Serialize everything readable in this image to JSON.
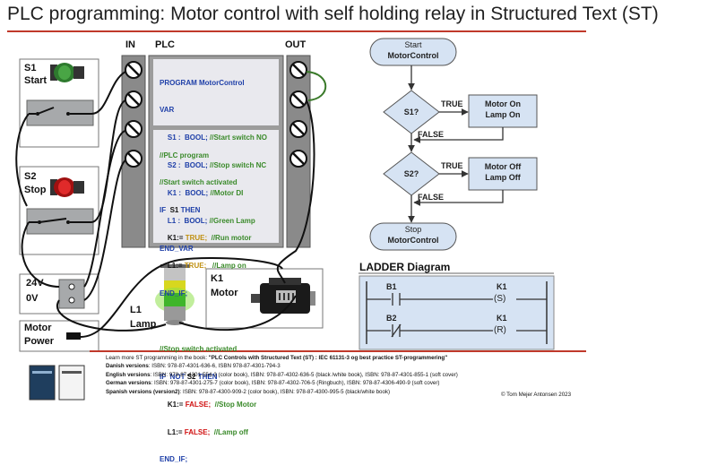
{
  "title": "PLC programming: Motor control with self holding relay in Structured Text (ST)",
  "plc": {
    "in_label": "IN",
    "plc_label": "PLC",
    "out_label": "OUT",
    "s1_label": "S1",
    "s1_sub": "Start",
    "s2_label": "S2",
    "s2_sub": "Stop",
    "power_v1": "24V",
    "power_v2": "0V",
    "motor_power_1": "Motor",
    "motor_power_2": "Power",
    "k1_label": "K1",
    "k1_sub": "Motor",
    "l1_label": "L1",
    "l1_sub": "Lamp"
  },
  "code": {
    "l1": "PROGRAM MotorControl",
    "l2": "VAR",
    "l3a": "S1 :  BOOL;",
    "l3b": "//Start switch NO",
    "l4a": "S2 :  BOOL;",
    "l4b": "//Stop switch NC",
    "l5a": "K1 :  BOOL;",
    "l5b": "//Motor DI",
    "l6a": "L1 :  BOOL;",
    "l6b": "//Green Lamp",
    "l7": "END_VAR",
    "b1": "//PLC program",
    "b2": "//Start switch activated",
    "b3a": "IF",
    "b3b": "S1",
    "b3c": "THEN",
    "b4a": "K1:=",
    "b4b": "TRUE;",
    "b4c": "//Run motor",
    "b5a": "L1:=",
    "b5b": "TRUE;",
    "b5c": "//Lamp on",
    "b6": "END_IF;",
    "c1": "//Stop switch activated",
    "c2a": "IF",
    "c2b": "NOT",
    "c2c": "S2",
    "c2d": "THEN",
    "c3a": "K1:=",
    "c3b": "FALSE;",
    "c3c": "//Stop Motor",
    "c4a": "L1:=",
    "c4b": "FALSE;",
    "c4c": "//Lamp off",
    "c5": "END_IF;"
  },
  "flow": {
    "start_1": "Start",
    "start_2": "MotorControl",
    "d1": "S1?",
    "d2": "S2?",
    "true1": "TRUE",
    "false1": "FALSE",
    "true2": "TRUE",
    "false2": "FALSE",
    "box1_1": "Motor On",
    "box1_2": "Lamp On",
    "box2_1": "Motor Off",
    "box2_2": "Lamp Off",
    "stop_1": "Stop",
    "stop_2": "MotorControl"
  },
  "ladder": {
    "title": "LADDER Diagram",
    "b1": "B1",
    "b2": "B2",
    "k1_top": "K1",
    "k1_bottom": "K1",
    "coil_s": "(S)",
    "coil_r": "(R)"
  },
  "footer": {
    "line1_a": "Learn more ST programming in the book: ",
    "line1_b": "\"PLC Controls with Structured Text (ST) : IEC 61131-3 og best practice ST-programmering\"",
    "line2_a": "Danish versions",
    "line2_b": ": ISBN: 978-87-4301-636-6, ISBN 978-87-4301-794-3",
    "line3_a": "English versions",
    "line3_b": ": ISBN: 978-87-4301-554-3 (color book), ISBN: 978-87-4302-636-5 (black /white book), ISBN: 978-87-4301-855-1 (soft cover)",
    "line4_a": "German versions",
    "line4_b": ": ISBN: 978-87-4301-275-7 (color book), ISBN: 978-87-4302-706-5 (Ringbuch), ISBN: 978-87-4306-490-9 (soft cover)",
    "line5_a": "Spanish versions (version2)",
    "line5_b": ": ISBN: 978-87-4300-909-2 (color book), ISBN: 978-87-4300-995-5 (black/white book)",
    "copyright": "© Tom Mejer Antonsen 2023"
  },
  "colors": {
    "title_rule": "#c0392b",
    "keyword": "#1e3fa8",
    "comment": "#3a8a2a",
    "false_value": "#d01010",
    "true_value": "#c09010",
    "flow_fill": "#d6e3f3",
    "flow_stroke": "#555555"
  },
  "icons": [
    "start-button-icon",
    "stop-button-icon",
    "motor-icon",
    "stack-lamp-icon",
    "screw-terminal-icon",
    "book-cover-icon"
  ]
}
